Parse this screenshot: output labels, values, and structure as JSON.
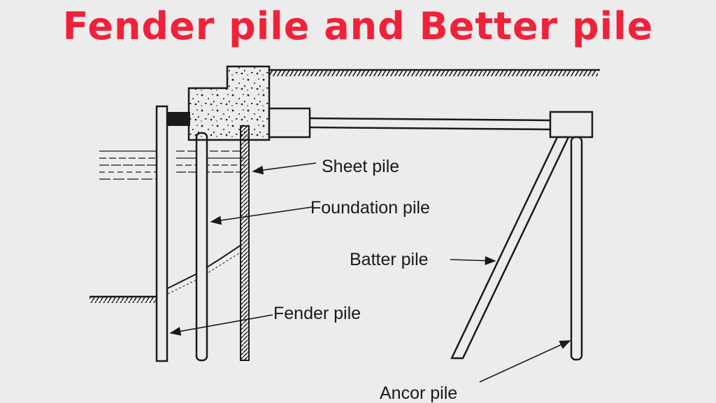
{
  "title": "Fender pile and Better pile",
  "colors": {
    "title": "#f0223a",
    "ink": "#1a1a1a",
    "background": "#ececec"
  },
  "labels": {
    "sheet_pile": "Sheet pile",
    "foundation_pile": "Foundation pile",
    "batter_pile": "Batter pile",
    "fender_pile": "Fender pile",
    "anchor_pile": "Ancor pile"
  }
}
